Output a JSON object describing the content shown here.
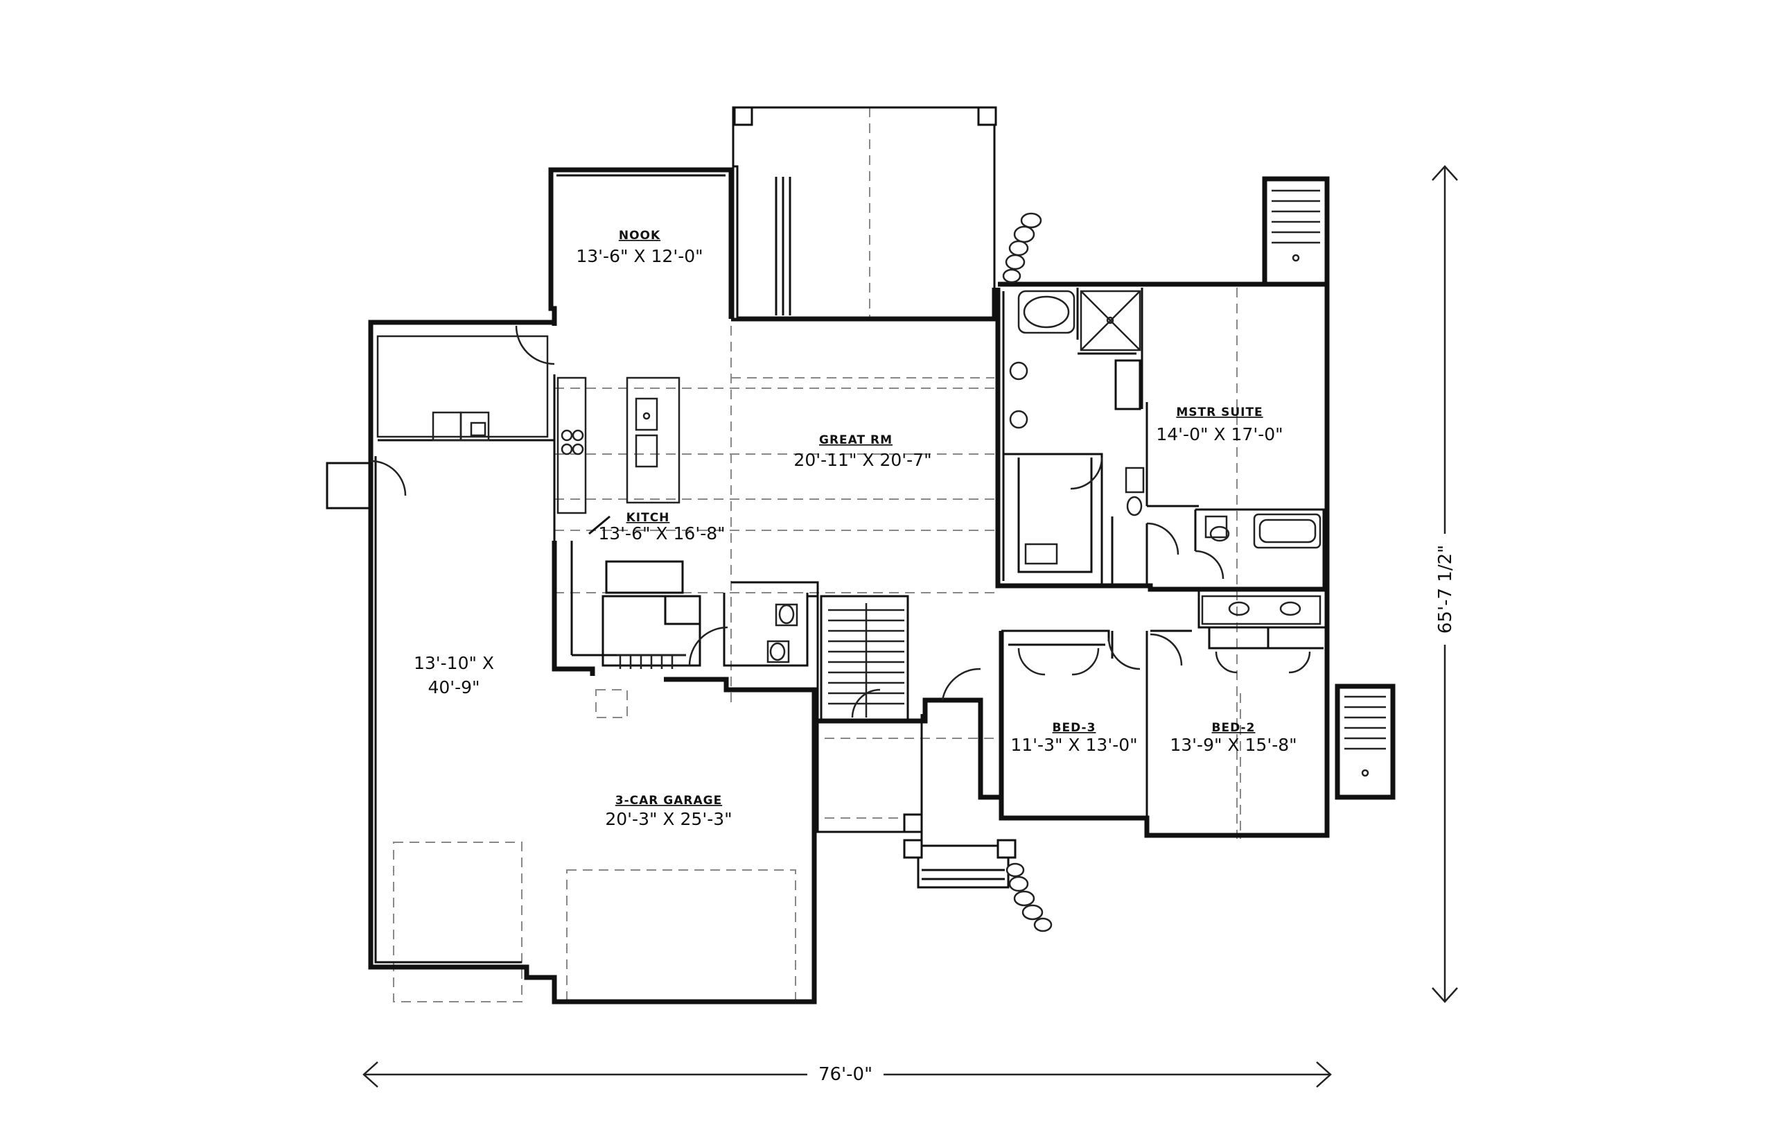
{
  "rooms": {
    "nook": {
      "name": "NOOK",
      "size": "13'-6\" X 12'-0\""
    },
    "great_rm": {
      "name": "GREAT RM",
      "size": "20'-11\" X 20'-7\""
    },
    "kitch": {
      "name": "KITCH",
      "size": "13'-6\" X 16'-8\""
    },
    "mstr_suite": {
      "name": "MSTR SUITE",
      "size": "14'-0\" X 17'-0\""
    },
    "bed_3": {
      "name": "BED-3",
      "size": "11'-3\" X 13'-0\""
    },
    "bed_2": {
      "name": "BED-2",
      "size": "13'-9\" X 15'-8\""
    },
    "garage_2": {
      "size_line1": "13'-10\" X",
      "size_line2": "40'-9\""
    },
    "garage_3": {
      "name": "3-CAR GARAGE",
      "size": "20'-3\" X 25'-3\""
    }
  },
  "dimensions": {
    "overall_width": "76'-0\"",
    "overall_depth": "65'-7 1/2\""
  }
}
